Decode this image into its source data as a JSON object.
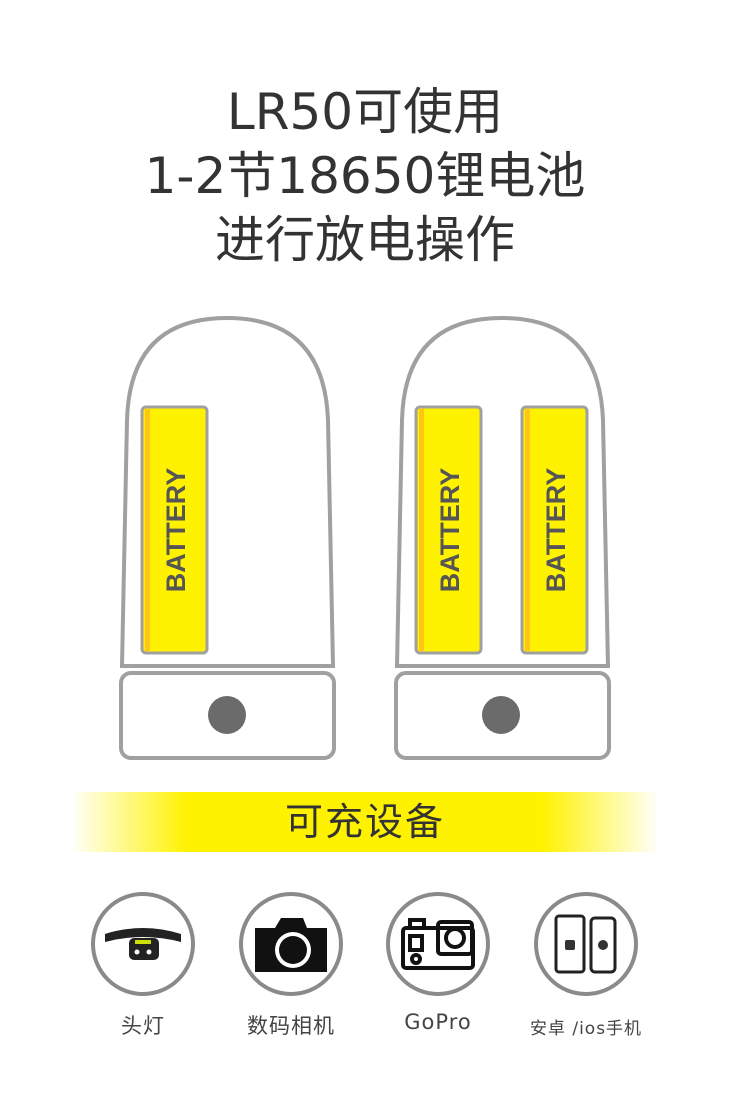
{
  "title": {
    "line1": "LR50可使用",
    "line2": "1-2节18650锂电池",
    "line3": "进行放电操作"
  },
  "battery_label": "BATTERY",
  "banner": "可充设备",
  "devices": [
    {
      "icon": "headlamp-icon",
      "label": "头灯"
    },
    {
      "icon": "camera-icon",
      "label": "数码相机"
    },
    {
      "icon": "gopro-icon",
      "label": "GoPro"
    },
    {
      "icon": "smartphone-icon",
      "label": "安卓 /ios手机"
    }
  ],
  "colors": {
    "battery": "#fff200",
    "outline": "#a0a0a0",
    "text": "#333333"
  }
}
